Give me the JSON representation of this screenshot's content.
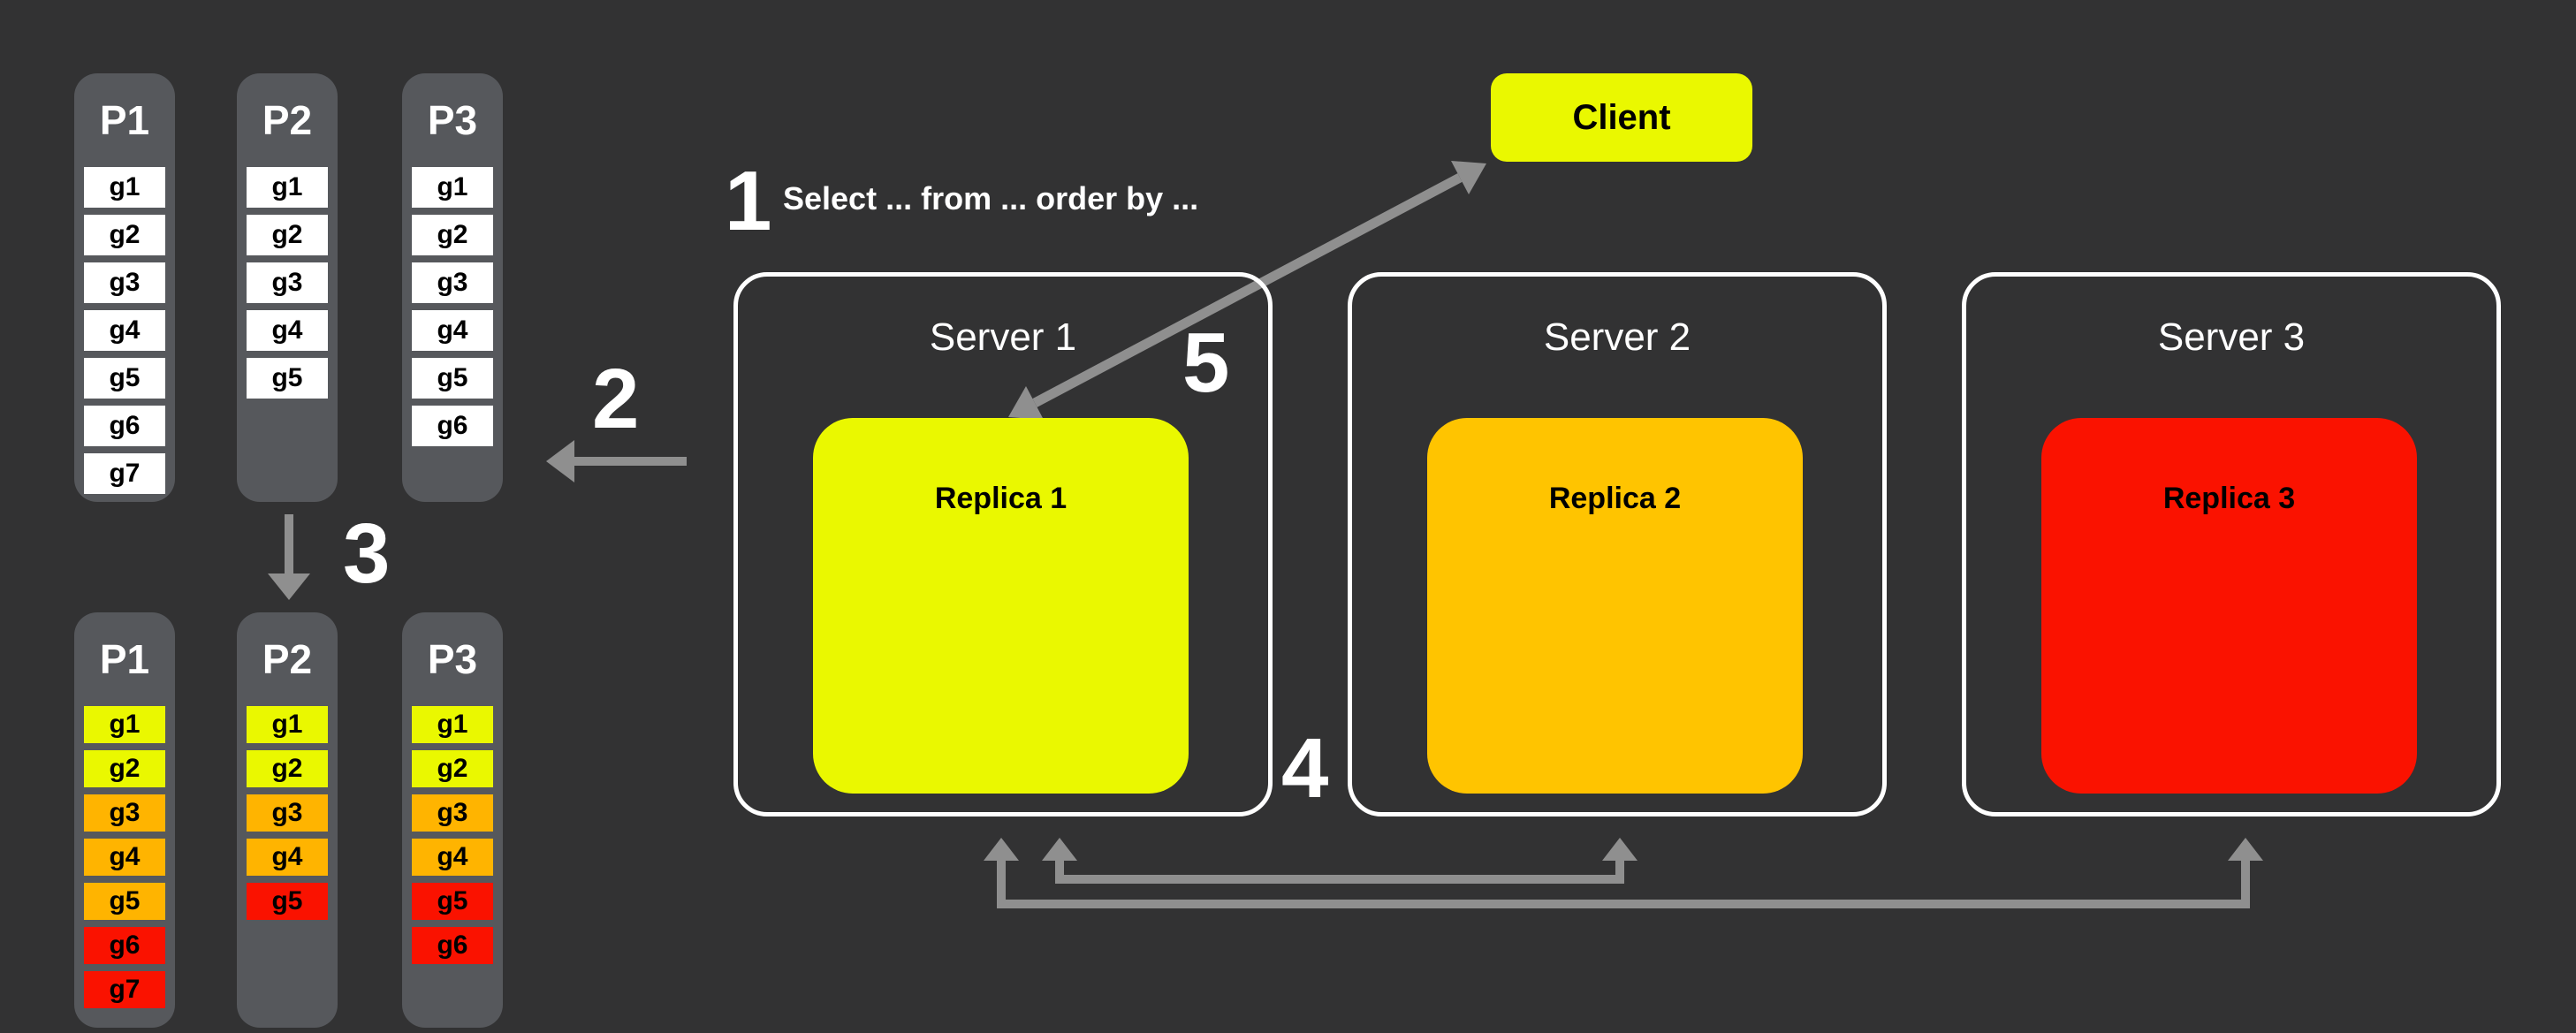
{
  "palette": {
    "background": "#323233",
    "column": "#56585C",
    "arrow": "#8F8F8F",
    "white": "#ffffff",
    "yellow": "#EAF800",
    "orange_item": "#FFB400",
    "orange_replica": "#FFC400",
    "red": "#FA1200"
  },
  "steps": {
    "one": {
      "number": "1",
      "label": "Select ... from ... order by ..."
    },
    "two": {
      "number": "2"
    },
    "three": {
      "number": "3"
    },
    "four": {
      "number": "4"
    },
    "five": {
      "number": "5"
    }
  },
  "client": {
    "label": "Client"
  },
  "servers": [
    {
      "name": "Server 1",
      "replica": {
        "label": "Replica 1",
        "color": "yellow"
      }
    },
    {
      "name": "Server 2",
      "replica": {
        "label": "Replica 2",
        "color": "orange"
      }
    },
    {
      "name": "Server 3",
      "replica": {
        "label": "Replica 3",
        "color": "red"
      }
    }
  ],
  "partitions": {
    "unsorted": [
      {
        "label": "P1",
        "items": [
          {
            "text": "g1",
            "color": "white"
          },
          {
            "text": "g2",
            "color": "white"
          },
          {
            "text": "g3",
            "color": "white"
          },
          {
            "text": "g4",
            "color": "white"
          },
          {
            "text": "g5",
            "color": "white"
          },
          {
            "text": "g6",
            "color": "white"
          },
          {
            "text": "g7",
            "color": "white"
          }
        ]
      },
      {
        "label": "P2",
        "items": [
          {
            "text": "g1",
            "color": "white"
          },
          {
            "text": "g2",
            "color": "white"
          },
          {
            "text": "g3",
            "color": "white"
          },
          {
            "text": "g4",
            "color": "white"
          },
          {
            "text": "g5",
            "color": "white"
          }
        ]
      },
      {
        "label": "P3",
        "items": [
          {
            "text": "g1",
            "color": "white"
          },
          {
            "text": "g2",
            "color": "white"
          },
          {
            "text": "g3",
            "color": "white"
          },
          {
            "text": "g4",
            "color": "white"
          },
          {
            "text": "g5",
            "color": "white"
          },
          {
            "text": "g6",
            "color": "white"
          }
        ]
      }
    ],
    "sorted": [
      {
        "label": "P1",
        "items": [
          {
            "text": "g1",
            "color": "yellow"
          },
          {
            "text": "g2",
            "color": "yellow"
          },
          {
            "text": "g3",
            "color": "orange"
          },
          {
            "text": "g4",
            "color": "orange"
          },
          {
            "text": "g5",
            "color": "orange"
          },
          {
            "text": "g6",
            "color": "red"
          },
          {
            "text": "g7",
            "color": "red"
          }
        ]
      },
      {
        "label": "P2",
        "items": [
          {
            "text": "g1",
            "color": "yellow"
          },
          {
            "text": "g2",
            "color": "yellow"
          },
          {
            "text": "g3",
            "color": "orange"
          },
          {
            "text": "g4",
            "color": "orange"
          },
          {
            "text": "g5",
            "color": "red"
          }
        ]
      },
      {
        "label": "P3",
        "items": [
          {
            "text": "g1",
            "color": "yellow"
          },
          {
            "text": "g2",
            "color": "yellow"
          },
          {
            "text": "g3",
            "color": "orange"
          },
          {
            "text": "g4",
            "color": "orange"
          },
          {
            "text": "g5",
            "color": "red"
          },
          {
            "text": "g6",
            "color": "red"
          }
        ]
      }
    ]
  }
}
